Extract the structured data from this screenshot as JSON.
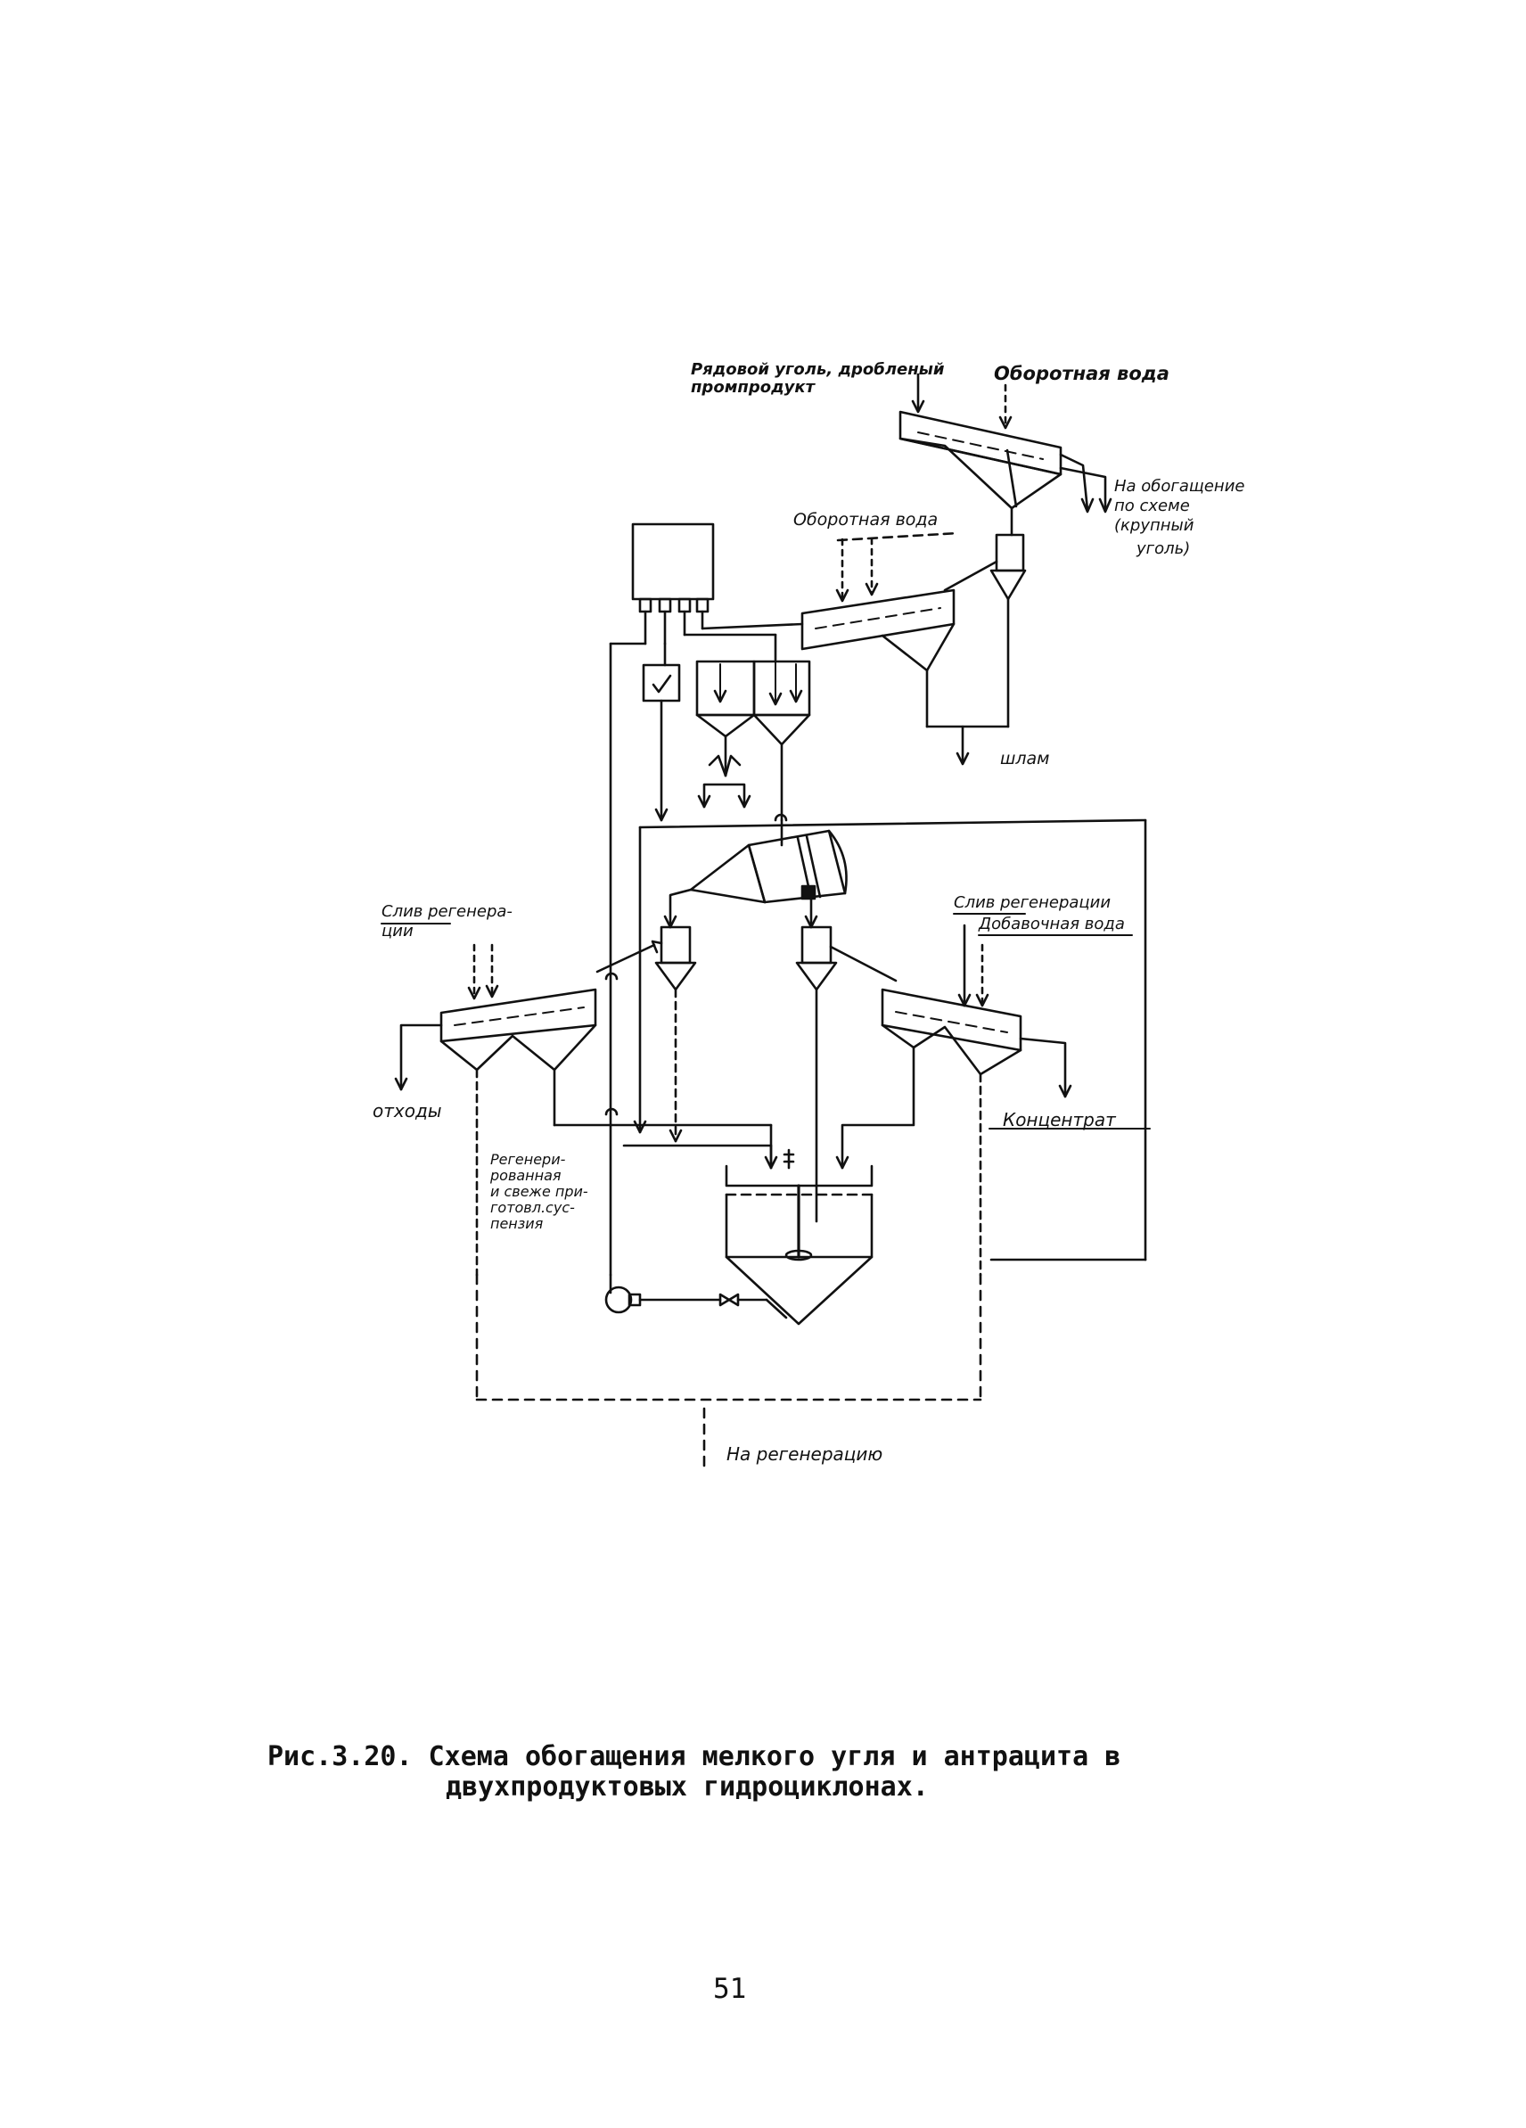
{
  "labels": {
    "rom_coal": "Рядовой уголь, дробленый промпродукт",
    "circ_water_top": "Оборотная вода",
    "to_coarse_1": "На обогащение",
    "to_coarse_2": "по схеме",
    "to_coarse_3": "(крупный",
    "to_coarse_4": "уголь)",
    "circ_water_mid": "Оборотная вода",
    "sludge": "шлам",
    "regen_drain_left": "Слив регенера-\nции",
    "regen_drain_right": "Слив регенерации",
    "makeup_water": "Добавочная вода",
    "waste": "отходы",
    "concentrate": "Концентрат",
    "regen_suspension": "Регенери-\nрованная\nи свеже при-\nготовл.сус-\nпензия",
    "to_regeneration": "На регенерацию"
  },
  "caption": {
    "line1": "Рис.3.20. Схема обогащения мелкого угля и антрацита в",
    "line2": "двухпродуктовых гидроциклонах."
  },
  "page_number": "51",
  "colors": {
    "ink": "#111111",
    "paper": "#ffffff"
  }
}
